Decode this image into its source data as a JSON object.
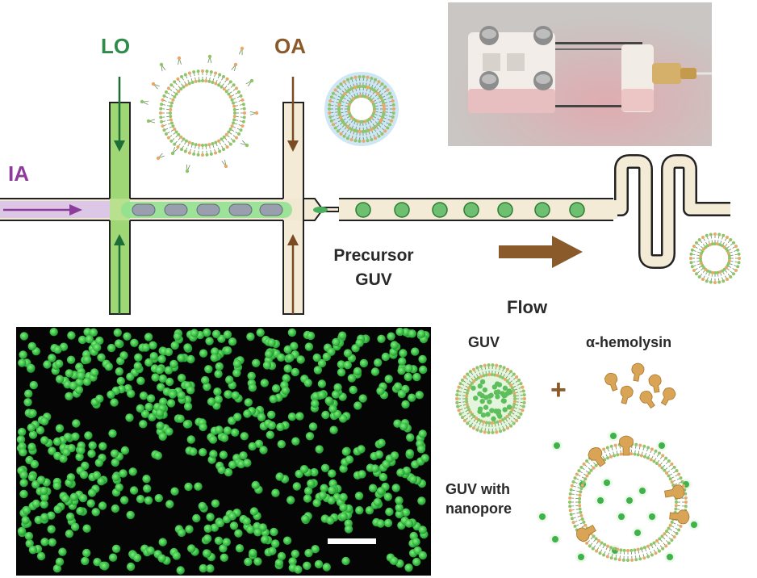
{
  "labels": {
    "lo": "LO",
    "oa": "OA",
    "ia": "IA",
    "precursor_line1": "Precursor",
    "precursor_line2": "GUV",
    "flow": "Flow",
    "guv": "GUV",
    "hemolysin": "α-hemolysin",
    "plus": "+",
    "guv_nanopore_line1": "GUV with",
    "guv_nanopore_line2": "nanopore"
  },
  "colors": {
    "lo": "#2e8b4a",
    "oa": "#8a5a2b",
    "ia": "#8e3c9c",
    "channel_green": "#9fd676",
    "channel_cream": "#f3ebd6",
    "vesicle_green": "#4caf60",
    "fluor_green": "#3fcf4a",
    "protein": "#d9a455"
  },
  "images": {
    "photo": "photograph of microfluidic chip holder with screws and tubing",
    "micrograph": "fluorescence micrograph of green GUV droplets on black background with white scale bar"
  }
}
